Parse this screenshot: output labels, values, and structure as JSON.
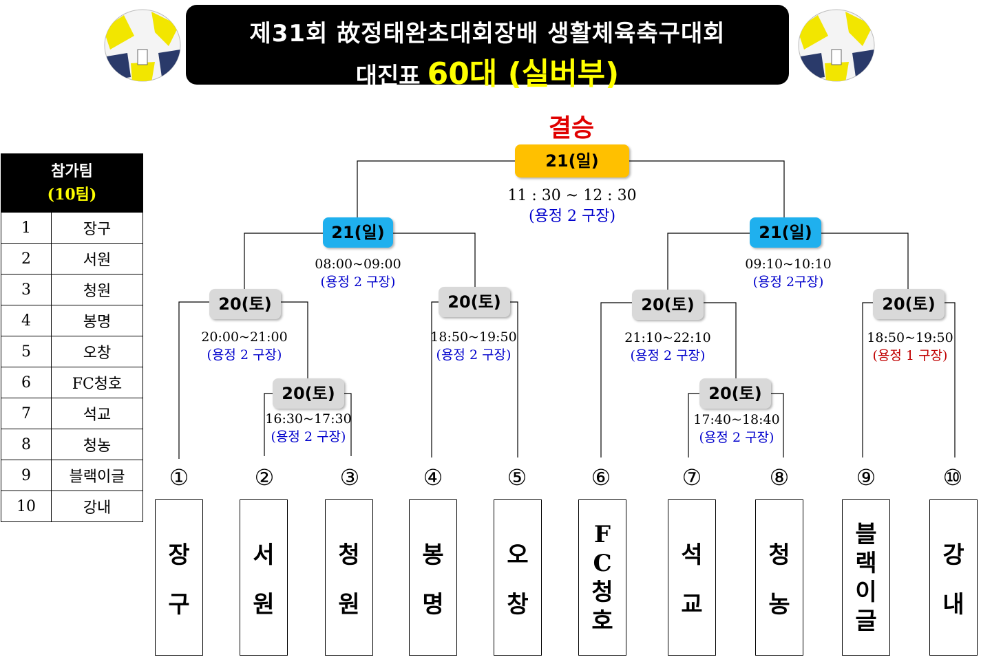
{
  "header": {
    "line1": "제31회 故정태완초대회장배 생활체육축구대회",
    "line2_prefix": "대진표",
    "line2_highlight": "60대 (실버부)"
  },
  "final_label": "결승",
  "roster": {
    "title": "참가팀",
    "subtitle": "(10팀)",
    "teams": [
      {
        "no": "1",
        "name": "장구"
      },
      {
        "no": "2",
        "name": "서원"
      },
      {
        "no": "3",
        "name": "청원"
      },
      {
        "no": "4",
        "name": "봉명"
      },
      {
        "no": "5",
        "name": "오창"
      },
      {
        "no": "6",
        "name": "FC청호"
      },
      {
        "no": "7",
        "name": "석교"
      },
      {
        "no": "8",
        "name": "청농"
      },
      {
        "no": "9",
        "name": "블랙이글"
      },
      {
        "no": "10",
        "name": "강내"
      }
    ]
  },
  "matches": {
    "final": {
      "day": "21(일)",
      "time": "11 : 30 ~ 12 : 30",
      "venue": "(용정  2 구장)"
    },
    "semi_left": {
      "day": "21(일)",
      "time": "08:00~09:00",
      "venue": "(용정 2 구장)"
    },
    "semi_right": {
      "day": "21(일)",
      "time": "09:10~10:10",
      "venue": "(용정 2구장)"
    },
    "qf1": {
      "day": "20(토)",
      "time": "20:00~21:00",
      "venue": "(용정  2 구장)"
    },
    "qf2": {
      "day": "20(토)",
      "time": "18:50~19:50",
      "venue": "(용정  2 구장)"
    },
    "qf3": {
      "day": "20(토)",
      "time": "21:10~22:10",
      "venue": "(용정  2 구장)"
    },
    "qf4": {
      "day": "20(토)",
      "time": "18:50~19:50",
      "venue": "(용정 1 구장)"
    },
    "r1a": {
      "day": "20(토)",
      "time": "16:30~17:30",
      "venue": "(용정  2 구장)"
    },
    "r1b": {
      "day": "20(토)",
      "time": "17:40~18:40",
      "venue": "(용정  2 구장)"
    }
  },
  "slots": [
    {
      "mark": "①",
      "chars": [
        "장",
        "구"
      ]
    },
    {
      "mark": "②",
      "chars": [
        "서",
        "원"
      ]
    },
    {
      "mark": "③",
      "chars": [
        "청",
        "원"
      ]
    },
    {
      "mark": "④",
      "chars": [
        "봉",
        "명"
      ]
    },
    {
      "mark": "⑤",
      "chars": [
        "오",
        "창"
      ]
    },
    {
      "mark": "⑥",
      "chars": [
        "F",
        "C",
        "청",
        "호"
      ]
    },
    {
      "mark": "⑦",
      "chars": [
        "석",
        "교"
      ]
    },
    {
      "mark": "⑧",
      "chars": [
        "청",
        "농"
      ]
    },
    {
      "mark": "⑨",
      "chars": [
        "블",
        "랙",
        "이",
        "글"
      ]
    },
    {
      "mark": "⑩",
      "chars": [
        "강",
        "내"
      ]
    }
  ],
  "colors": {
    "final_badge": "#ffc000",
    "semi_badge": "#1fb0ee",
    "qf_badge": "#d9d9d9",
    "venue_text": "#0000cc",
    "alt_venue_text": "#c00000",
    "final_label": "#e00000",
    "highlight": "#ffff00"
  },
  "icons": {
    "ball": "soccer-ball-icon"
  }
}
